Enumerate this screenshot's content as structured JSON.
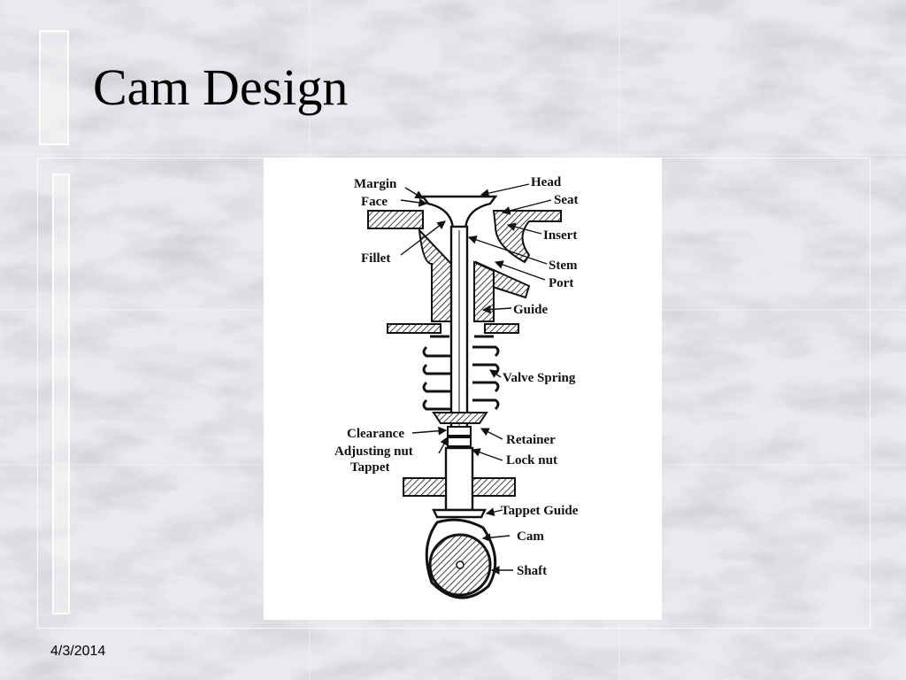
{
  "slide": {
    "title": "Cam Design",
    "date": "4/3/2014"
  },
  "diagram": {
    "labels": {
      "margin": "Margin",
      "face": "Face",
      "fillet": "Fillet",
      "head": "Head",
      "seat": "Seat",
      "insert": "Insert",
      "stem": "Stem",
      "port": "Port",
      "guide": "Guide",
      "valve_spring": "Valve Spring",
      "clearance": "Clearance",
      "adjusting_nut": "Adjusting nut",
      "tappet": "Tappet",
      "retainer": "Retainer",
      "lock_nut": "Lock nut",
      "tappet_guide": "Tappet Guide",
      "cam": "Cam",
      "shaft": "Shaft"
    }
  },
  "colors": {
    "background": "#e6e7ea",
    "ink": "#111111",
    "panel": "#ffffff"
  }
}
